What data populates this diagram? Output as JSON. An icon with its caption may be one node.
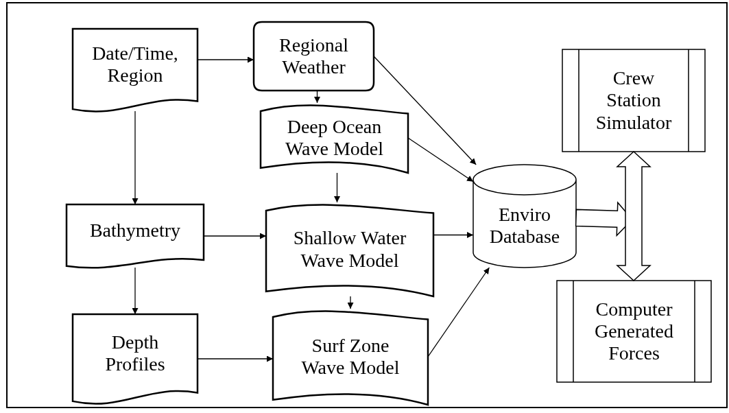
{
  "diagram": {
    "nodes": [
      {
        "text": [
          "Date/Time, Region"
        ]
      },
      {
        "text": [
          "Regional Weather"
        ]
      },
      {
        "text": [
          "Deep Ocean Wave Model"
        ]
      },
      {
        "text": [
          "Bathymetry"
        ]
      },
      {
        "text": [
          "Shallow Water Wave Model"
        ]
      },
      {
        "text": [
          "Depth Profiles"
        ]
      },
      {
        "text": [
          "Surf Zone Wave Model"
        ]
      },
      {
        "text": [
          "Enviro Database"
        ]
      },
      {
        "text": [
          "Crew Station Simulator"
        ]
      },
      {
        "text": [
          "Computer Generated Forces"
        ]
      }
    ],
    "edges": [
      {
        "from": 0,
        "to": 1,
        "arrow": "to"
      },
      {
        "from": 0,
        "to": 3,
        "arrow": "to"
      },
      {
        "from": 1,
        "to": 2,
        "arrow": "to"
      },
      {
        "from": 1,
        "to": 7,
        "arrow": "to"
      },
      {
        "from": 2,
        "to": 4,
        "arrow": "to"
      },
      {
        "from": 2,
        "to": 7,
        "arrow": "to"
      },
      {
        "from": 3,
        "to": 4,
        "arrow": "to"
      },
      {
        "from": 3,
        "to": 5,
        "arrow": "to"
      },
      {
        "from": 4,
        "to": 6,
        "arrow": "to"
      },
      {
        "from": 4,
        "to": 7,
        "arrow": "to"
      },
      {
        "from": 5,
        "to": 6,
        "arrow": "to"
      },
      {
        "from": 6,
        "to": 7,
        "arrow": "to"
      },
      {
        "from": 7,
        "to": null,
        "arrow": "to",
        "style": "thick"
      },
      {
        "from": 8,
        "to": 9,
        "arrow": "both",
        "style": "thick"
      }
    ]
  }
}
